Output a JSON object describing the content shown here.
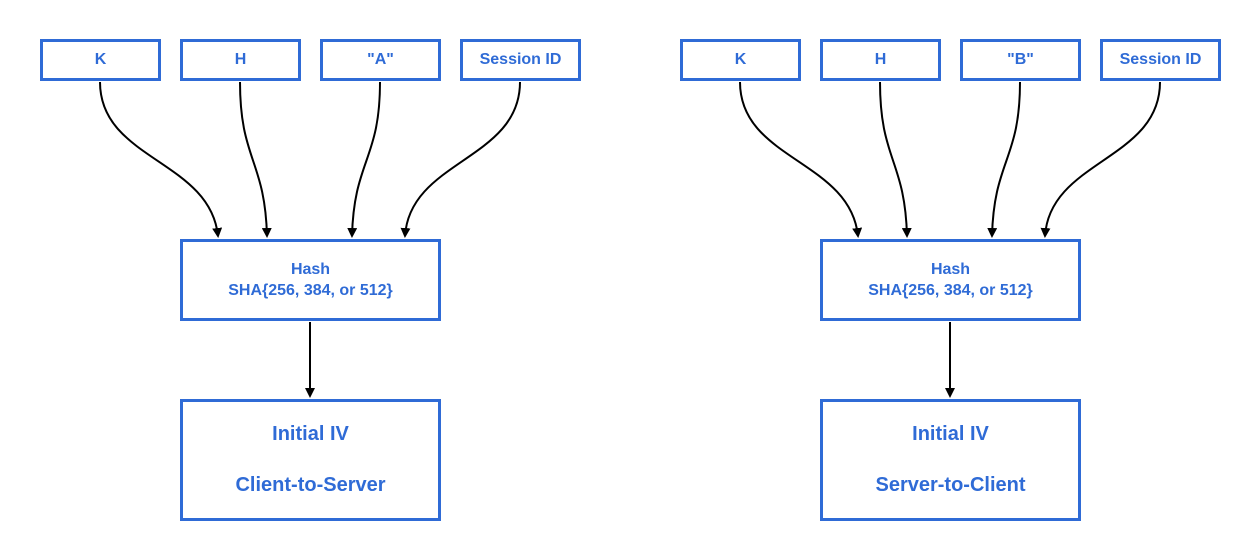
{
  "diagrams": [
    {
      "inputs": [
        "K",
        "H",
        "\"A\"",
        "Session ID"
      ],
      "hash": {
        "line1": "Hash",
        "line2": "SHA{256, 384, or 512}"
      },
      "output": {
        "title": "Initial IV",
        "direction": "Client-to-Server"
      }
    },
    {
      "inputs": [
        "K",
        "H",
        "\"B\"",
        "Session ID"
      ],
      "hash": {
        "line1": "Hash",
        "line2": "SHA{256, 384, or 512}"
      },
      "output": {
        "title": "Initial IV",
        "direction": "Server-to-Client"
      }
    }
  ],
  "colors": {
    "box": "#2f6bd6",
    "arrow": "#000000",
    "background": "#ffffff"
  }
}
